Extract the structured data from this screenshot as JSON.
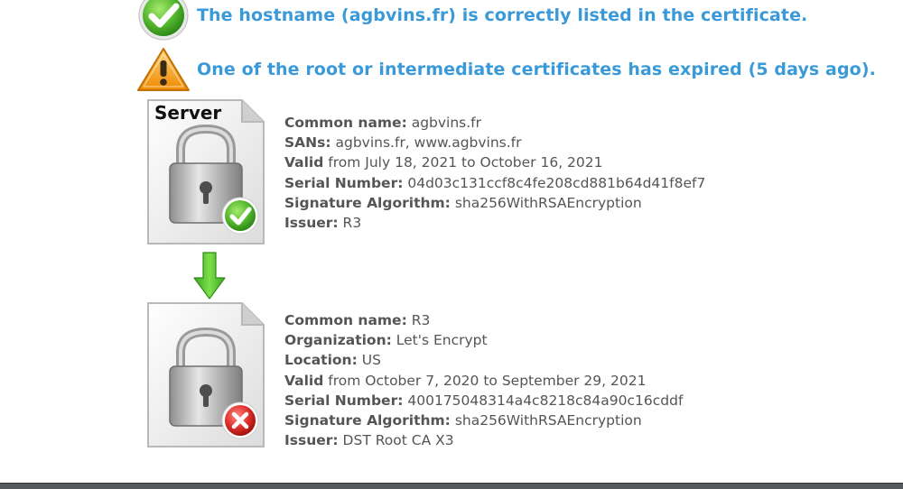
{
  "status": {
    "hostname_msg": "The hostname (agbvins.fr) is correctly listed in the certificate.",
    "chain_msg": "One of the root or intermediate certificates has expired (5 days ago)."
  },
  "server_cert": {
    "label": "Server",
    "fields": [
      {
        "label": "Common name:",
        "value": "agbvins.fr"
      },
      {
        "label": "SANs:",
        "value": "agbvins.fr, www.agbvins.fr"
      },
      {
        "label": "Valid",
        "value": "from July 18, 2021 to October 16, 2021"
      },
      {
        "label": "Serial Number:",
        "value": "04d03c131ccf8c4fe208cd881b64d41f8ef7"
      },
      {
        "label": "Signature Algorithm:",
        "value": "sha256WithRSAEncryption"
      },
      {
        "label": "Issuer:",
        "value": "R3"
      }
    ]
  },
  "intermediate_cert": {
    "fields": [
      {
        "label": "Common name:",
        "value": "R3"
      },
      {
        "label": "Organization:",
        "value": "Let's Encrypt"
      },
      {
        "label": "Location:",
        "value": "US"
      },
      {
        "label": "Valid",
        "value": "from October 7, 2020 to September 29, 2021"
      },
      {
        "label": "Serial Number:",
        "value": "400175048314a4c8218c84a90c16cddf"
      },
      {
        "label": "Signature Algorithm:",
        "value": "sha256WithRSAEncryption"
      },
      {
        "label": "Issuer:",
        "value": "DST Root CA X3"
      }
    ]
  },
  "icons": {
    "hostname_status": "green-checkmark-icon",
    "chain_status": "warning-triangle-icon",
    "server_cert": "padlock-document-valid-icon",
    "intermediate_cert": "padlock-document-invalid-icon",
    "chain_arrow": "down-arrow-icon"
  },
  "colors": {
    "status_text": "#3a9ad9",
    "detail_text": "#555555",
    "ok_green": "#4caf2a",
    "warn_orange": "#f5a623",
    "error_red": "#d9302b",
    "arrow_green": "#5cc630"
  }
}
